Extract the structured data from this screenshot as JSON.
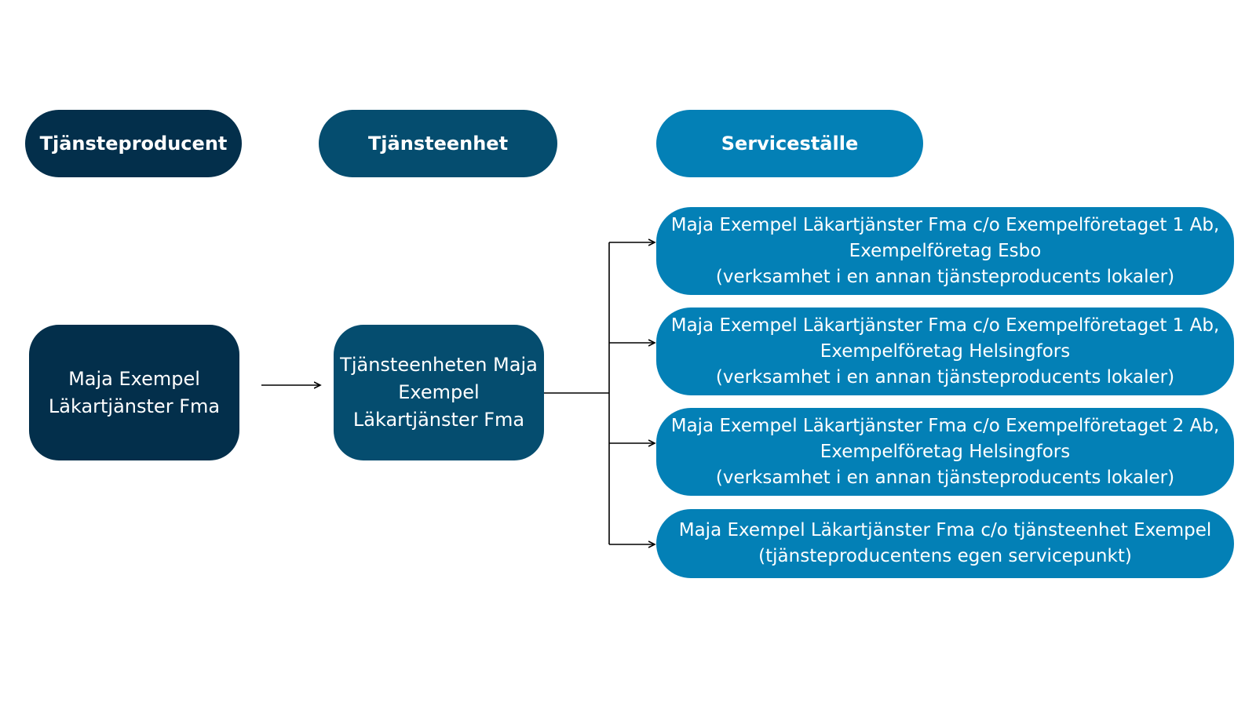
{
  "headers": {
    "producer": "Tjänsteproducent",
    "unit": "Tjänsteenhet",
    "point": "Serviceställe"
  },
  "producer_box": {
    "lines": [
      "Maja Exempel",
      "Läkartjänster Fma"
    ]
  },
  "unit_box": {
    "lines": [
      "Tjänsteenheten Maja",
      "Exempel",
      "Läkartjänster Fma"
    ]
  },
  "service_points": [
    {
      "lines": [
        "Maja Exempel Läkartjänster Fma c/o Exempelföretaget 1 Ab,",
        "Exempelföretag Esbo",
        "(verksamhet i en annan tjänsteproducents lokaler)"
      ]
    },
    {
      "lines": [
        "Maja Exempel Läkartjänster Fma c/o Exempelföretaget 1 Ab,",
        "Exempelföretag Helsingfors",
        "(verksamhet i en annan tjänsteproducents lokaler)"
      ]
    },
    {
      "lines": [
        "Maja Exempel Läkartjänster Fma c/o Exempelföretaget 2 Ab,",
        "Exempelföretag Helsingfors",
        "(verksamhet i en annan tjänsteproducents lokaler)"
      ]
    },
    {
      "lines": [
        "Maja Exempel Läkartjänster Fma c/o tjänsteenhet Exempel",
        "(tjänsteproducentens egen servicepunkt)"
      ]
    }
  ],
  "colors": {
    "dark": "#032f4b",
    "mid": "#054d6f",
    "light": "#0380b6",
    "connector": "#000000"
  }
}
